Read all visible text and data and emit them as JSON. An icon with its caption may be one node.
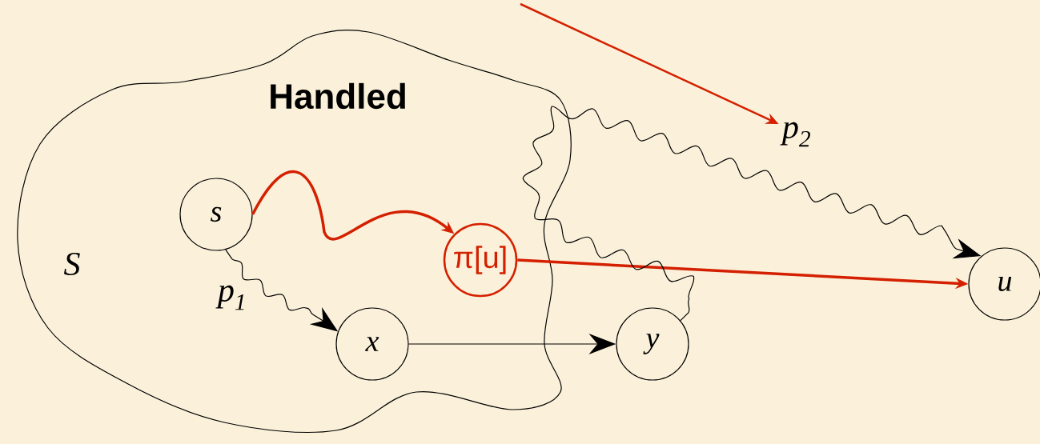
{
  "diagram": {
    "nodes": [
      {
        "text": [
          "Handled",
          "S"
        ]
      },
      {
        "text": [
          "s"
        ],
        "in": 0
      },
      {
        "text": [
          "π[u]"
        ],
        "in": 0
      },
      {
        "text": [
          "x"
        ],
        "in": 0
      },
      {
        "text": [
          "y"
        ]
      },
      {
        "text": [
          "u"
        ]
      },
      {
        "text": [
          "p$_{2}$"
        ]
      }
    ],
    "edges": [
      {
        "from": 1,
        "to": 3,
        "arrow": "to",
        "label": "p$_{1}$"
      },
      {
        "from": 3,
        "to": 4,
        "arrow": "to"
      },
      {
        "from": 1,
        "to": 2,
        "arrow": "to",
        "style": "thick",
        "color": "#d42000"
      },
      {
        "from": 2,
        "to": 5,
        "arrow": "to",
        "style": "thick",
        "color": "#d42000"
      },
      {
        "from": 4,
        "to": 5,
        "arrow": "to"
      },
      {
        "from": null,
        "to": 6,
        "arrow": "to",
        "color": "#d42000"
      }
    ]
  }
}
